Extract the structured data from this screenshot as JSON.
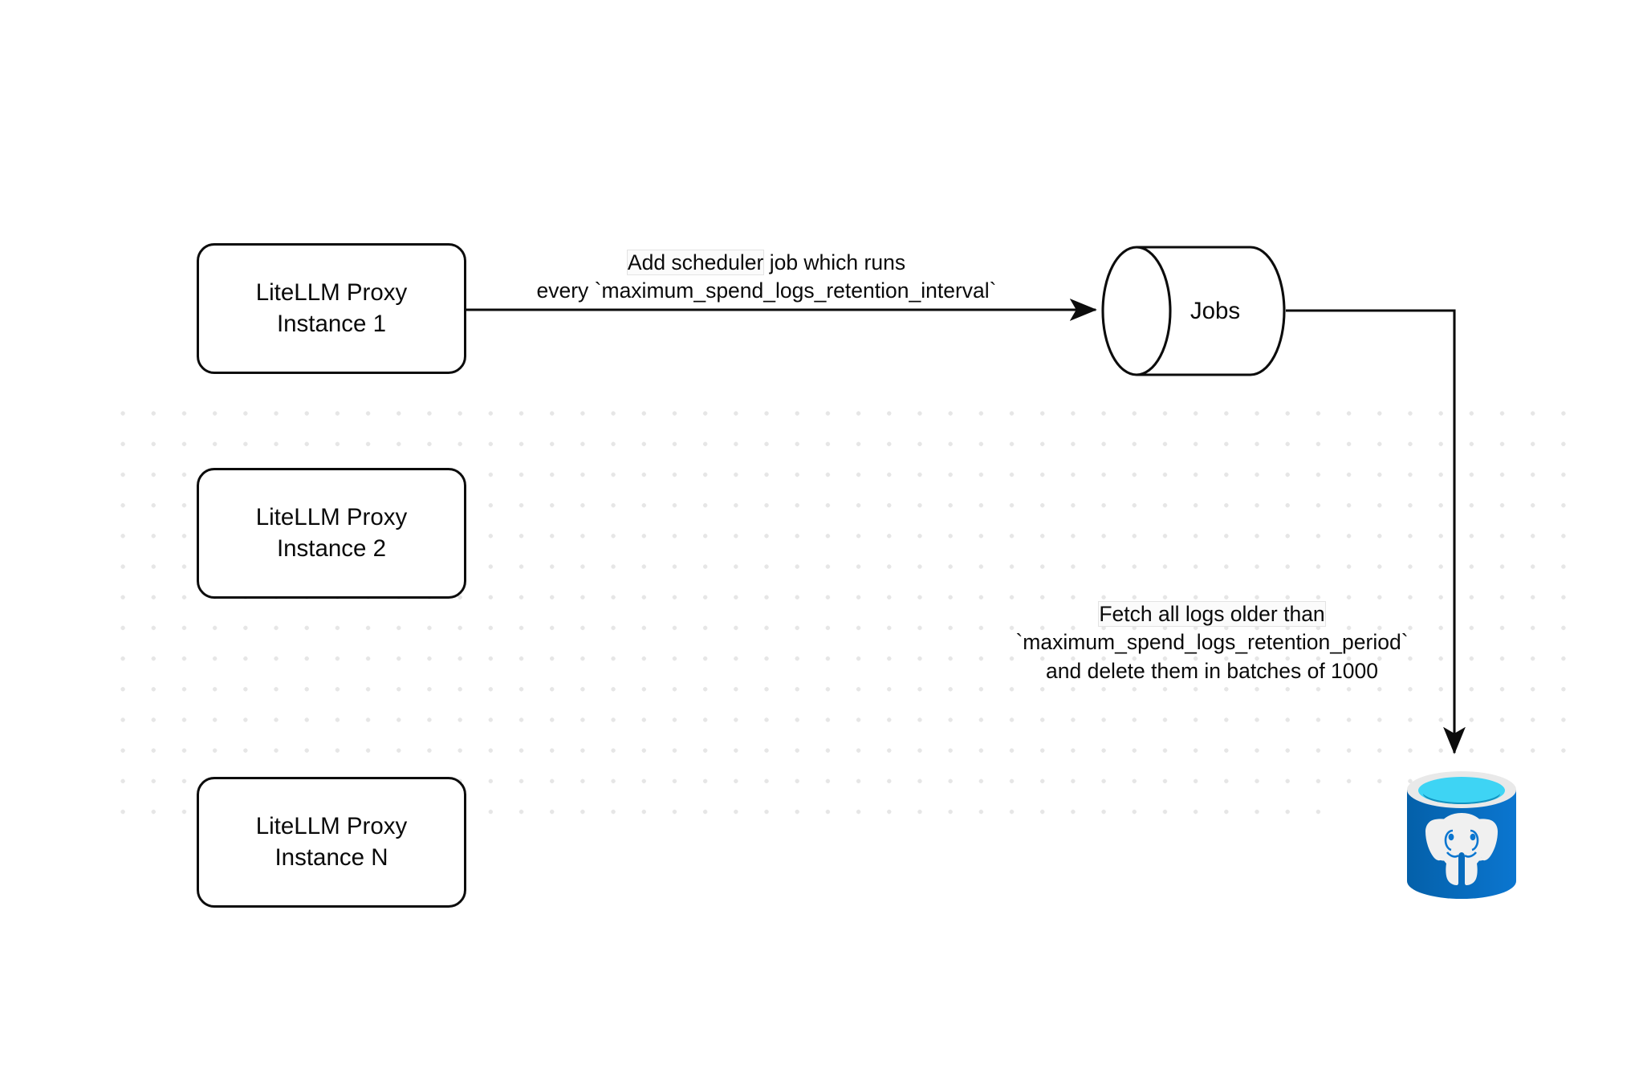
{
  "diagram": {
    "title": "LiteLLM spend logs retention scheduler flow",
    "background_color": "#ffffff",
    "grid_dot_color": "#e6e6e6",
    "stroke_color": "#0c0c0c",
    "nodes": {
      "proxy_instances": [
        {
          "id": "instance-1",
          "line1": "LiteLLM Proxy",
          "line2": "Instance 1"
        },
        {
          "id": "instance-2",
          "line1": "LiteLLM Proxy",
          "line2": "Instance 2"
        },
        {
          "id": "instance-n",
          "line1": "LiteLLM Proxy",
          "line2": "Instance N"
        }
      ],
      "jobs": {
        "label": "Jobs",
        "shape": "cylinder"
      },
      "database": {
        "label": "postgresql-icon",
        "shape": "database-cylinder",
        "body_color_left": "#0460a9",
        "body_color_right": "#0b76d0",
        "rim_outer_color": "#e9e9e9",
        "rim_color": "#3ed4f4",
        "rim_inner_color": "#1291bf",
        "logo_color": "#f0f0f0"
      }
    },
    "edges": [
      {
        "id": "edge-instance1-to-jobs",
        "from": "instance-1",
        "to": "jobs",
        "label_line1": "Add scheduler job which runs",
        "label_line1_highlight": "Add scheduler",
        "label_line1_rest": " job which runs",
        "label_line2": "every `maximum_spend_logs_retention_interval`"
      },
      {
        "id": "edge-jobs-to-database",
        "from": "jobs",
        "to": "database",
        "label_line1_highlight": "Fetch all logs older than",
        "label_line2": "`maximum_spend_logs_retention_period`",
        "label_line3": "and delete them in batches of 1000"
      }
    ]
  }
}
